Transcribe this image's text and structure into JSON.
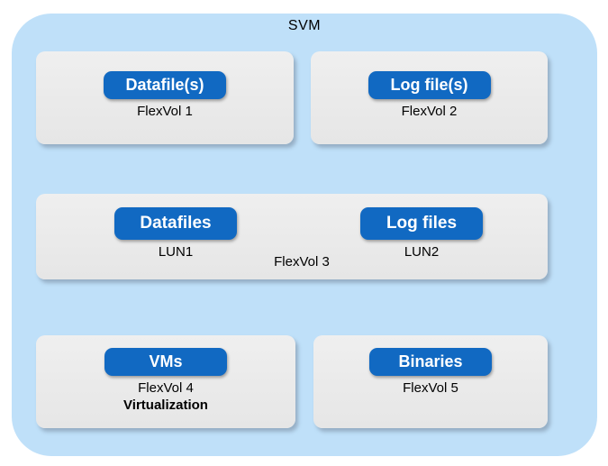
{
  "title": "SVM",
  "colors": {
    "container_bg": "#BFE0F9",
    "box_bg": "#EAEAEA",
    "pill_bg": "#1169C2",
    "pill_text": "#FFFFFF",
    "text": "#000000"
  },
  "row1_left": {
    "pill": "Datafile(s)",
    "label": "FlexVol 1"
  },
  "row1_right": {
    "pill": "Log file(s)",
    "label": "FlexVol 2"
  },
  "row2": {
    "left_pill": "Datafiles",
    "left_label": "LUN1",
    "center_label": "FlexVol 3",
    "right_pill": "Log files",
    "right_label": "LUN2"
  },
  "row3_left": {
    "pill": "VMs",
    "label": "FlexVol 4",
    "sublabel": "Virtualization"
  },
  "row3_right": {
    "pill": "Binaries",
    "label": "FlexVol 5"
  }
}
